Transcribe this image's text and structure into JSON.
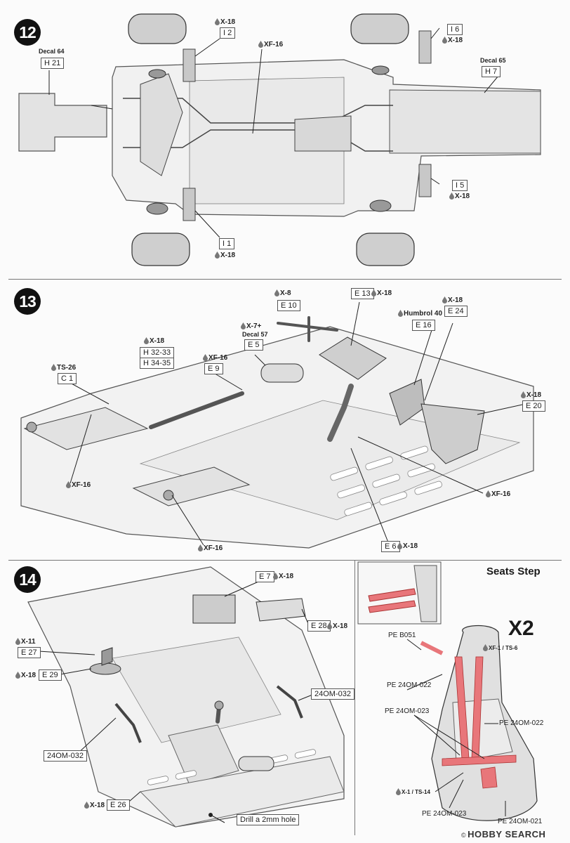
{
  "steps": {
    "s12": "12",
    "s13": "13",
    "s14": "14"
  },
  "step12": {
    "decal64": "Decal 64",
    "decal64_part": "H 21",
    "decal65": "Decal 65",
    "decal65_part": "H 7",
    "paint_top_left": "X-18",
    "part_i2": "I 2",
    "paint_xf16": "XF-16",
    "part_i6": "I 6",
    "paint_i6": "X-18",
    "part_i5": "I 5",
    "paint_i5": "X-18",
    "part_i1": "I 1",
    "paint_i1": "X-18"
  },
  "step13": {
    "paint_e10": "X-8",
    "part_e10": "E 10",
    "part_e13": "E 13",
    "paint_e13": "X-18",
    "humbrol": "Humbrol 40",
    "part_e16": "E 16",
    "paint_e24": "X-18",
    "part_e24": "E 24",
    "paint_e5": "X-7+",
    "decal57": "Decal 57",
    "part_e5": "E 5",
    "paint_h32": "X-18",
    "part_h32": "H 32-33",
    "part_h34": "H 34-35",
    "paint_e9": "XF-16",
    "part_e9": "E 9",
    "paint_c1": "TS-26",
    "part_c1": "C 1",
    "paint_e20": "X-18",
    "part_e20": "E 20",
    "xf16_left": "XF-16",
    "xf16_right": "XF-16",
    "xf16_bottom": "XF-16",
    "part_e6": "E 6",
    "paint_e6": "X-18"
  },
  "step14": {
    "part_e7": "E 7",
    "paint_e7": "X-18",
    "part_e28": "E 28",
    "paint_e28": "X-18",
    "paint_e27": "X-11",
    "part_e27": "E 27",
    "paint_e29": "X-18",
    "part_e29": "E 29",
    "pe_right": "24OM-032",
    "pe_left": "24OM-032",
    "paint_e26": "X-18",
    "part_e26": "E 26",
    "drill": "Drill a 2mm hole"
  },
  "seats": {
    "title": "Seats Step",
    "multiplier": "X2",
    "pe_b051": "PE B051",
    "paint_seat": "XF-1 / TS-6",
    "pe_022_a": "PE 24OM-022",
    "pe_023_a": "PE 24OM-023",
    "pe_022_b": "PE 24OM-022",
    "paint_belt": "X-1 / TS-14",
    "pe_023_b": "PE 24OM-023",
    "pe_021": "PE 24OM-021"
  },
  "footer": {
    "brand": "HOBBY SEARCH",
    "copyright": "©"
  },
  "colors": {
    "belt": "#e8767a",
    "line": "#333333",
    "step_circle": "#111111"
  }
}
